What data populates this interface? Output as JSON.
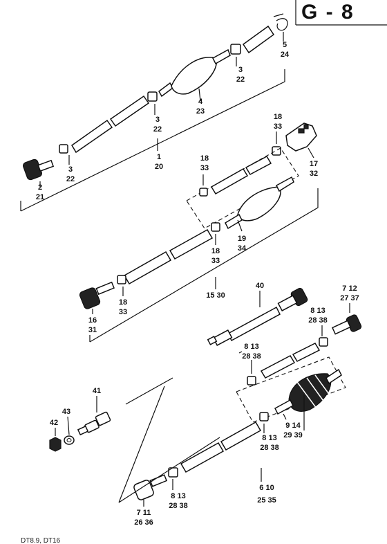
{
  "page_title": "G - 8",
  "footer_text": "DT8.9, DT16",
  "callouts": [
    {
      "id": "c-5-24",
      "lines": [
        "5",
        "24"
      ]
    },
    {
      "id": "c-3-22-top",
      "lines": [
        "3",
        "22"
      ]
    },
    {
      "id": "c-4-23",
      "lines": [
        "4",
        "23"
      ]
    },
    {
      "id": "c-3-22-mid",
      "lines": [
        "3",
        "22"
      ]
    },
    {
      "id": "c-1-20",
      "lines": [
        "1",
        "20"
      ]
    },
    {
      "id": "c-3-22-left",
      "lines": [
        "3",
        "22"
      ]
    },
    {
      "id": "c-2-21",
      "lines": [
        "2",
        "21"
      ]
    },
    {
      "id": "c-18-33-a",
      "lines": [
        "18",
        "33"
      ]
    },
    {
      "id": "c-17-32",
      "lines": [
        "17",
        "32"
      ]
    },
    {
      "id": "c-18-33-b",
      "lines": [
        "18",
        "33"
      ]
    },
    {
      "id": "c-19-34",
      "lines": [
        "19",
        "34"
      ]
    },
    {
      "id": "c-18-33-c",
      "lines": [
        "18",
        "33"
      ]
    },
    {
      "id": "c-18-33-d",
      "lines": [
        "18",
        "33"
      ]
    },
    {
      "id": "c-15-30",
      "lines": [
        "15  30"
      ]
    },
    {
      "id": "c-16-31",
      "lines": [
        "16",
        "31"
      ]
    },
    {
      "id": "c-40",
      "lines": [
        "40"
      ]
    },
    {
      "id": "c-7-12-27-37",
      "lines": [
        "7  12",
        "27  37"
      ]
    },
    {
      "id": "c-8-13-28-38-a",
      "lines": [
        "8  13",
        "28  38"
      ]
    },
    {
      "id": "c-8-13-28-38-b",
      "lines": [
        "8  13",
        "28  38"
      ]
    },
    {
      "id": "c-41",
      "lines": [
        "41"
      ]
    },
    {
      "id": "c-43",
      "lines": [
        "43"
      ]
    },
    {
      "id": "c-42",
      "lines": [
        "42"
      ]
    },
    {
      "id": "c-9-14-29-39",
      "lines": [
        "9  14",
        "29  39"
      ]
    },
    {
      "id": "c-8-13-28-38-c",
      "lines": [
        "8  13",
        "28  38"
      ]
    },
    {
      "id": "c-6-10-25-35",
      "lines": [
        "6  10",
        "25  35"
      ]
    },
    {
      "id": "c-8-13-28-38-d",
      "lines": [
        "8  13",
        "28  38"
      ]
    },
    {
      "id": "c-7-11-26-36",
      "lines": [
        "7  11",
        "26  36"
      ]
    }
  ]
}
